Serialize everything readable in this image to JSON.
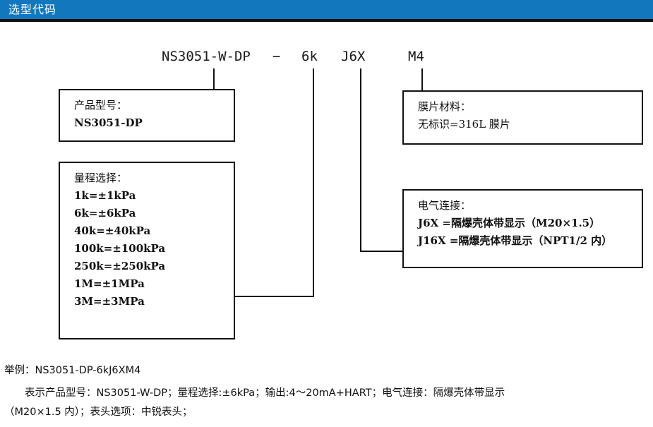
{
  "header": {
    "title": "选型代码",
    "bar_color": "#1277BC",
    "border_color": "#111111",
    "text_color": "#ffffff"
  },
  "code_line": {
    "segments": [
      {
        "name": "model",
        "text": "NS3051-W-DP"
      },
      {
        "name": "dash",
        "text": "−"
      },
      {
        "name": "range",
        "text": "6k"
      },
      {
        "name": "electrical",
        "text": "J6X"
      },
      {
        "name": "diaphragm",
        "text": "M4"
      }
    ]
  },
  "boxes": {
    "product_model": {
      "heading": "产品型号：",
      "lines": [
        "NS3051-DP"
      ]
    },
    "range_selection": {
      "heading": "量程选择：",
      "lines": [
        "1k=±1kPa",
        "6k=±6kPa",
        "40k=±40kPa",
        "100k=±100kPa",
        "250k=±250kPa",
        "1M=±1MPa",
        "3M=±3MPa"
      ]
    },
    "diaphragm_material": {
      "heading": "膜片材料：",
      "lines": [
        "无标识=316L 膜片"
      ]
    },
    "electrical_connection": {
      "heading": "电气连接：",
      "lines": [
        "J6X =隔爆壳体带显示（M20×1.5）",
        "J16X =隔爆壳体带显示（NPT1/2 内）"
      ]
    }
  },
  "footer": {
    "line1": "举例：NS3051-DP-6kJ6XM4",
    "line2": "表示产品型号：NS3051-W-DP；量程选择:±6kPa；输出:4～20mA+HART；电气连接：隔爆壳体带显示",
    "line3": "（M20×1.5 内）；表头选项：中锐表头；"
  }
}
